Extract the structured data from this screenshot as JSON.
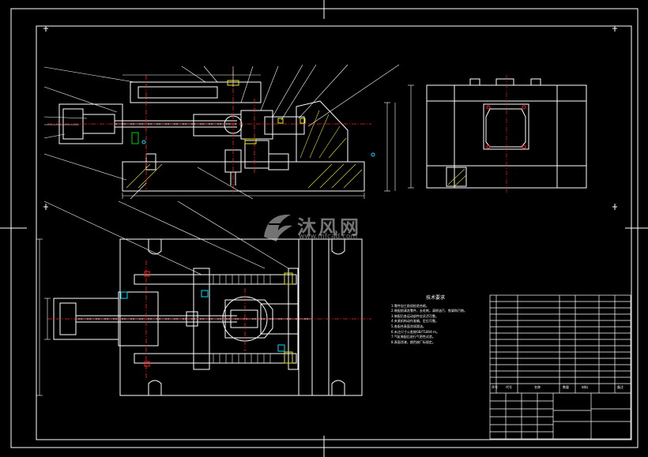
{
  "drawing": {
    "line_color": "#ffffff",
    "accent_colors": {
      "yellow": "#e8e800",
      "green": "#00d000",
      "red": "#ff2020",
      "cyan": "#00e0ff",
      "blue": "#3060ff"
    }
  },
  "watermark": {
    "title": "沐风网",
    "url": "www.mfcad.com",
    "logo_icon": "mufeng-logo-icon"
  },
  "technical_notes": {
    "title": "技术要求",
    "lines": [
      "1.零件加工前须检验合格。",
      "2.装配前清洗零件，去毛刺，清除油污、铁屑和污物。",
      "3.装配后各运动部件应灵活可靠。",
      "4.夹紧机构动作准确，定位可靠。",
      "5.各配合表面涂润滑油。",
      "6.未注尺寸公差按GB/T1804-m。",
      "7.气缸装配后进行气密性试验。",
      "8.表面涂漆，颜色按厂标规定。"
    ]
  },
  "title_block": {
    "header": [
      "序号",
      "代号",
      "名称",
      "数量",
      "材料",
      "备注"
    ]
  }
}
